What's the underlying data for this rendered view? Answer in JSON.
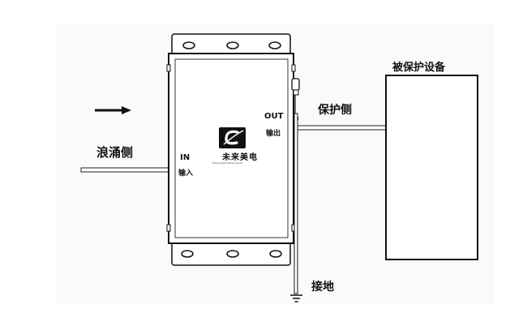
{
  "labels": {
    "surge_side": "浪涌侧",
    "protect_side": "保护侧",
    "protected_device": "被保护设备",
    "ground": "接地",
    "in_en": "IN",
    "in_cn": "输入",
    "out_en": "OUT",
    "out_cn": "输出"
  },
  "logo": {
    "brand_cn": "未来美电",
    "brand_en": "Future idea   Future world"
  },
  "colors": {
    "stroke": "#1a1a1a",
    "wire_fill": "#ffffff",
    "background": "#ffffff"
  }
}
